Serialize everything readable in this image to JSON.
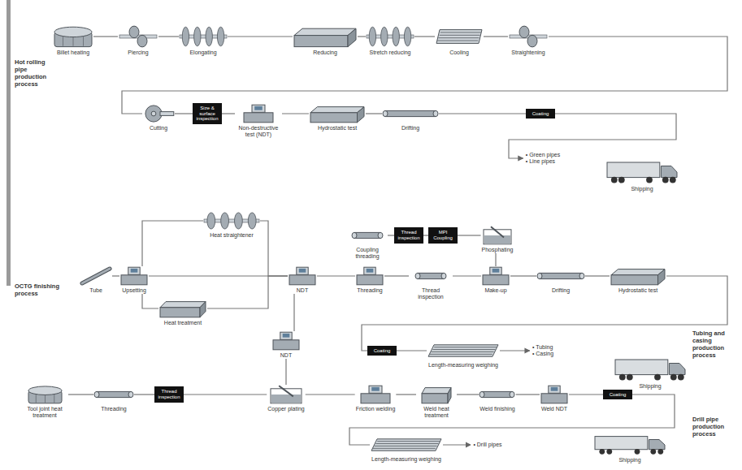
{
  "diagram": {
    "nodes": [
      {
        "text": [
          "Billet heating"
        ]
      },
      {
        "text": [
          "Piercing"
        ]
      },
      {
        "text": [
          "Elongating"
        ]
      },
      {
        "text": [
          "Reducing"
        ]
      },
      {
        "text": [
          "Stretch reducing"
        ]
      },
      {
        "text": [
          "Cooling"
        ]
      },
      {
        "text": [
          "Straightening"
        ]
      },
      {
        "text": [
          "Cutting"
        ]
      },
      {
        "text": [
          "Size & surface inspection"
        ]
      },
      {
        "text": [
          "Non-destructive test (NDT)"
        ]
      },
      {
        "text": [
          "Hydrostatic test"
        ]
      },
      {
        "text": [
          "Drifting"
        ]
      },
      {
        "text": [
          "Coating"
        ]
      },
      {
        "text": [
          "• Green pipes",
          "• Line pipes"
        ]
      },
      {
        "text": [
          "Shipping"
        ]
      },
      {
        "text": [
          "Tube"
        ]
      },
      {
        "text": [
          "Upsetting"
        ]
      },
      {
        "text": [
          "Heat straightener"
        ]
      },
      {
        "text": [
          "Heat treatment"
        ]
      },
      {
        "text": [
          "NDT"
        ]
      },
      {
        "text": [
          "Coupling threading"
        ]
      },
      {
        "text": [
          "Thread inspection"
        ]
      },
      {
        "text": [
          "MPI Coupling"
        ]
      },
      {
        "text": [
          "Phosphating"
        ]
      },
      {
        "text": [
          "Threading"
        ]
      },
      {
        "text": [
          "Thread inspection"
        ]
      },
      {
        "text": [
          "Make-up"
        ]
      },
      {
        "text": [
          "Drifting"
        ]
      },
      {
        "text": [
          "Hydrostatic test"
        ]
      },
      {
        "text": [
          "Coating"
        ]
      },
      {
        "text": [
          "Length-measuring weighing"
        ]
      },
      {
        "text": [
          "• Tubing",
          "• Casing"
        ]
      },
      {
        "text": [
          "Shipping"
        ]
      },
      {
        "text": [
          "NDT"
        ]
      },
      {
        "text": [
          "Tool joint heat treatment"
        ]
      },
      {
        "text": [
          "Threading"
        ]
      },
      {
        "text": [
          "Thread inspection"
        ]
      },
      {
        "text": [
          "Copper plating"
        ]
      },
      {
        "text": [
          "Friction welding"
        ]
      },
      {
        "text": [
          "Weld heat treatment"
        ]
      },
      {
        "text": [
          "Weld finishing"
        ]
      },
      {
        "text": [
          "Weld NDT"
        ]
      },
      {
        "text": [
          "Coating"
        ]
      },
      {
        "text": [
          "Length-measuring weighing"
        ]
      },
      {
        "text": [
          "• Drill pipes"
        ]
      },
      {
        "text": [
          "Shipping"
        ]
      }
    ],
    "edges": [
      {
        "from": 0,
        "to": 1,
        "arrow": "none"
      },
      {
        "from": 1,
        "to": 2,
        "arrow": "none"
      },
      {
        "from": 2,
        "to": 3,
        "arrow": "none"
      },
      {
        "from": 3,
        "to": 4,
        "arrow": "none"
      },
      {
        "from": 4,
        "to": 5,
        "arrow": "none"
      },
      {
        "from": 5,
        "to": 6,
        "arrow": "none"
      },
      {
        "from": 6,
        "to": 7,
        "arrow": "none"
      },
      {
        "from": 7,
        "to": 8,
        "arrow": "none"
      },
      {
        "from": 8,
        "to": 9,
        "arrow": "none"
      },
      {
        "from": 9,
        "to": 10,
        "arrow": "none"
      },
      {
        "from": 10,
        "to": 11,
        "arrow": "none"
      },
      {
        "from": 11,
        "to": 12,
        "arrow": "none"
      },
      {
        "from": 12,
        "to": 13,
        "arrow": "to"
      },
      {
        "from": 15,
        "to": 16,
        "arrow": "none"
      },
      {
        "from": 16,
        "to": 17,
        "arrow": "none"
      },
      {
        "from": 16,
        "to": 18,
        "arrow": "none"
      },
      {
        "from": 17,
        "to": 19,
        "arrow": "none"
      },
      {
        "from": 18,
        "to": 19,
        "arrow": "none"
      },
      {
        "from": 16,
        "to": 19,
        "arrow": "none"
      },
      {
        "from": 19,
        "to": 24,
        "arrow": "none"
      },
      {
        "from": 19,
        "to": 33,
        "arrow": "none"
      },
      {
        "from": 20,
        "to": 21,
        "arrow": "none"
      },
      {
        "from": 21,
        "to": 22,
        "arrow": "none"
      },
      {
        "from": 22,
        "to": 23,
        "arrow": "none"
      },
      {
        "from": 23,
        "to": 26,
        "arrow": "none"
      },
      {
        "from": 24,
        "to": 25,
        "arrow": "none"
      },
      {
        "from": 25,
        "to": 26,
        "arrow": "none"
      },
      {
        "from": 26,
        "to": 27,
        "arrow": "none"
      },
      {
        "from": 27,
        "to": 28,
        "arrow": "none"
      },
      {
        "from": 28,
        "to": 29,
        "arrow": "none"
      },
      {
        "from": 29,
        "to": 30,
        "arrow": "none"
      },
      {
        "from": 30,
        "to": 31,
        "arrow": "to"
      },
      {
        "from": 34,
        "to": 35,
        "arrow": "none"
      },
      {
        "from": 35,
        "to": 36,
        "arrow": "none"
      },
      {
        "from": 36,
        "to": 37,
        "arrow": "none"
      },
      {
        "from": 33,
        "to": 37,
        "arrow": "none"
      },
      {
        "from": 37,
        "to": 38,
        "arrow": "none"
      },
      {
        "from": 38,
        "to": 39,
        "arrow": "none"
      },
      {
        "from": 39,
        "to": 40,
        "arrow": "none"
      },
      {
        "from": 40,
        "to": 41,
        "arrow": "none"
      },
      {
        "from": 41,
        "to": 42,
        "arrow": "none"
      },
      {
        "from": 42,
        "to": 43,
        "arrow": "none"
      },
      {
        "from": 43,
        "to": 44,
        "arrow": "to"
      }
    ],
    "labels": [
      "Hot rolling pipe production process",
      "OCTG finishing process",
      "Tubing and casing production process",
      "Drill pipe production process"
    ]
  }
}
